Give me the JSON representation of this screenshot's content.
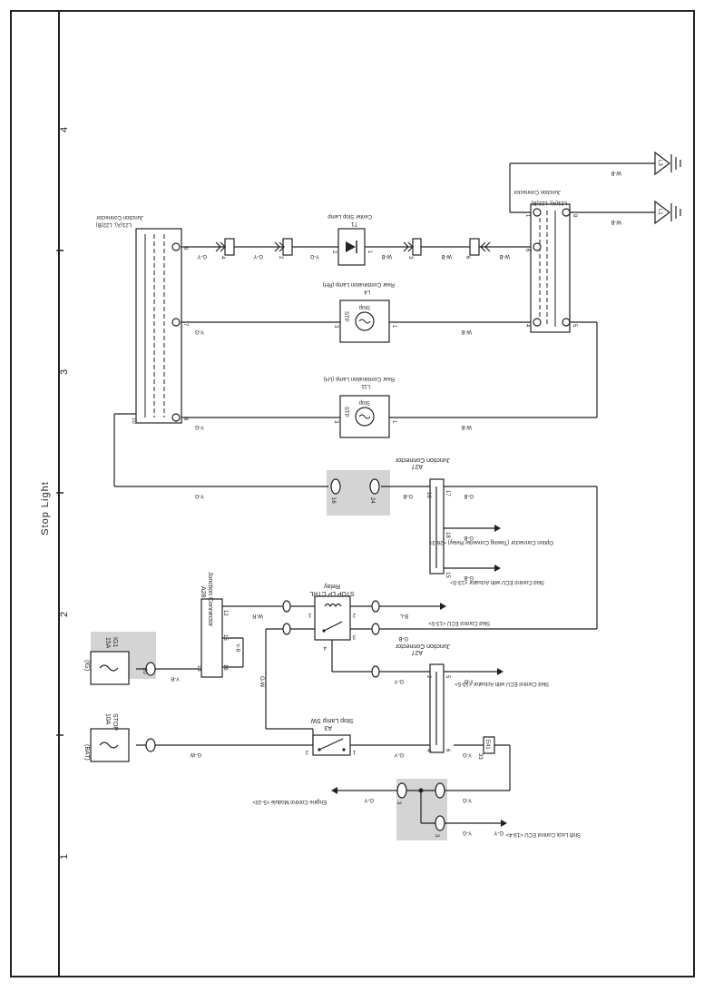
{
  "title": "Stop Light",
  "grid": {
    "numbers": [
      "1",
      "2",
      "3",
      "4"
    ]
  },
  "sources": {
    "bat": {
      "supply": "(BAT)",
      "fuse_rating": "10A",
      "fuse_name": "STOP"
    },
    "ig": {
      "supply": "(IG)",
      "fuse_rating": "15A",
      "fuse_name": "IG1",
      "pin": "20"
    }
  },
  "components": {
    "stop_lamp_sw": {
      "ref": "A3",
      "name": "Stop Lamp SW",
      "pins": [
        "2",
        "1"
      ]
    },
    "relay": {
      "name": "STOP LP CTRL",
      "type": "Relay",
      "pins": [
        "1",
        "2",
        "4",
        "3"
      ]
    },
    "rear_lamp_lh": {
      "ref": "L11",
      "name": "Rear Combination Lamp (LH)",
      "bulb": "Stop",
      "label": "STP",
      "pins": [
        "3",
        "1"
      ]
    },
    "rear_lamp_rh": {
      "ref": "L4",
      "name": "Rear Combination Lamp (RH)",
      "bulb": "Stop",
      "label": "STP",
      "pins": [
        "3",
        "1"
      ]
    },
    "center_lamp": {
      "ref": "T1",
      "name": "Center Stop Lamp",
      "pins": [
        "2",
        "1"
      ]
    }
  },
  "connectors": {
    "a28": {
      "ref": "A28",
      "name": "Junction Connector",
      "pins": [
        "18",
        "12",
        "15",
        "16"
      ]
    },
    "a27_top": {
      "ref": "A27",
      "name": "Junction Connector",
      "pins": [
        "16",
        "17",
        "18",
        "15"
      ]
    },
    "a27_bottom": {
      "ref": "A27",
      "name": "Junction Connector",
      "pins": [
        "2",
        "5",
        "4",
        "6"
      ]
    },
    "l21_left": {
      "ref": "L21(A), L22(B)",
      "name": "Junction Connector",
      "pins": [
        "10",
        "8",
        "7",
        "9"
      ]
    },
    "l21_right": {
      "ref": "L21(A), L22(B)",
      "name": "Junction Connector",
      "pins": [
        "4",
        "5",
        "6",
        "1",
        "9"
      ]
    },
    "mid_24": "24",
    "mid_16": "16",
    "e41": "E41",
    "pin_33": "33",
    "inline_3": "3",
    "inline_4": "4",
    "inline_2": "2",
    "inline_3b": "3",
    "inline_1": "1",
    "inline_6": "6",
    "bottom_3a": "3",
    "bottom_3b": "3"
  },
  "wires": {
    "gw": "G-W",
    "yr": "Y-R",
    "wr": "W-R",
    "bl": "B-L",
    "gb": "G-B",
    "gy": "G-Y",
    "yg": "Y-G",
    "wb": "W-B"
  },
  "destinations": [
    "Skid Control ECU <13-5>",
    "Skid Control ECU with Actuator <13-5>",
    "Skid Control ECU with Actuator <13-5>",
    "Option Connector (Towing Converter Relay) <26-3>",
    "Engine Control Module <5-10>",
    "Shift Lock Control ECU <19-4>"
  ],
  "grounds": [
    "L3",
    "L1"
  ]
}
